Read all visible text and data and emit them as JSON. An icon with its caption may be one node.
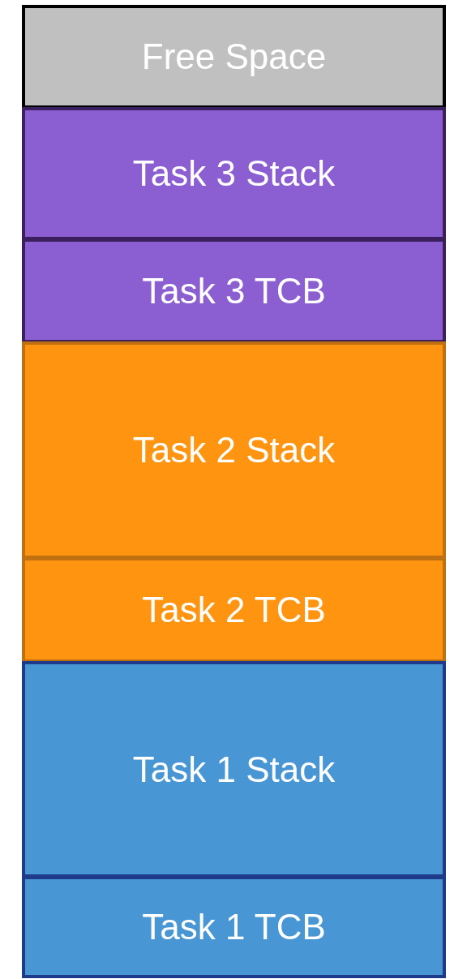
{
  "diagram": {
    "nodes": [
      {
        "text": [
          "Free Space"
        ]
      },
      {
        "text": [
          "Task 3 Stack"
        ]
      },
      {
        "text": [
          "Task 3 TCB"
        ]
      },
      {
        "text": [
          "Task 2 Stack"
        ]
      },
      {
        "text": [
          "Task 2 TCB"
        ]
      },
      {
        "text": [
          "Task 1 Stack"
        ]
      },
      {
        "text": [
          "Task 1 TCB"
        ]
      }
    ]
  }
}
